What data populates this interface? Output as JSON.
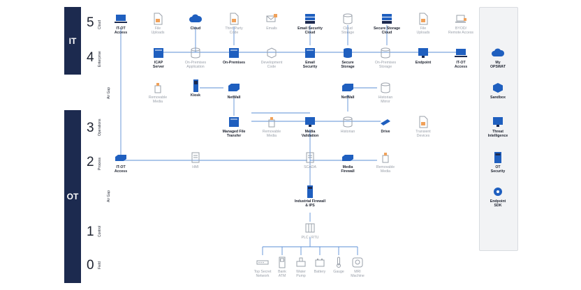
{
  "bands": {
    "it": "IT",
    "ot": "OT"
  },
  "levels": [
    {
      "num": "5",
      "name": "Cloud"
    },
    {
      "num": "4",
      "name": "Enterprise"
    },
    {
      "num": "3",
      "name": "Operations"
    },
    {
      "num": "2",
      "name": "Process"
    },
    {
      "num": "1",
      "name": "Control"
    },
    {
      "num": "0",
      "name": "Field"
    }
  ],
  "air_gap": "Air Gap",
  "labels": {
    "itot_access_top": "IT-OT\nAccess",
    "file_uploads": "File\nUploads",
    "cloud": "Cloud",
    "third_party_code": "Third Party\nCode",
    "emails": "Emails",
    "email_security_cloud": "Email Security\nCloud",
    "cloud_storage": "Cloud\nStorage",
    "secure_storage_cloud": "Secure Storage\nCloud",
    "file_uploads_2": "File\nUploads",
    "byod": "BYOD/\nRemote Access",
    "icap": "ICAP\nServer",
    "onprem_app": "On-Premises\nApplication",
    "onprem": "On-Premises",
    "dev_code": "Development\nCode",
    "email_security": "Email\nSecurity",
    "secure_storage": "Secure\nStorage",
    "onprem_storage": "On-Premises\nStorage",
    "endpoint": "Endpoint",
    "itot_access_right": "IT-OT\nAccess",
    "removable_media_1": "Removable\nMedia",
    "kiosk": "Kiosk",
    "netwall_1": "NetWall",
    "netwall_2": "NetWall",
    "historian_mirror": "Historian\nMirror",
    "mft": "Managed File\nTransfer",
    "removable_media_2": "Removable\nMedia",
    "media_validation": "Media\nValidation",
    "historian": "Historian",
    "drive": "Drive",
    "transient": "Transient\nDevices",
    "itot_access_bottom": "IT-OT\nAccess",
    "hmi": "HMI",
    "scada": "SCADA",
    "media_firewall": "Media\nFirewall",
    "removable_media_3": "Removable\nMedia",
    "industrial_fw": "Industrial Firewall\n& IPS",
    "plc": "PLC / RTU",
    "top_secret": "Top Secret\nNetwork",
    "bank_atm": "Bank\nATM",
    "water_pump": "Water\nPump",
    "battery": "Battery",
    "gauge": "Gauge",
    "mri": "MRI\nMachine"
  },
  "panel": [
    "My\nOPSWAT",
    "Sandbox",
    "Threat\nIntelligence",
    "OT\nSecurity",
    "Endpoint\nSDK"
  ],
  "colors": {
    "navy": "#1c2a4f",
    "blue": "#1f5fbf",
    "line": "#5b8fd6",
    "gray": "#b5b9c0",
    "orange": "#f0a15a"
  }
}
